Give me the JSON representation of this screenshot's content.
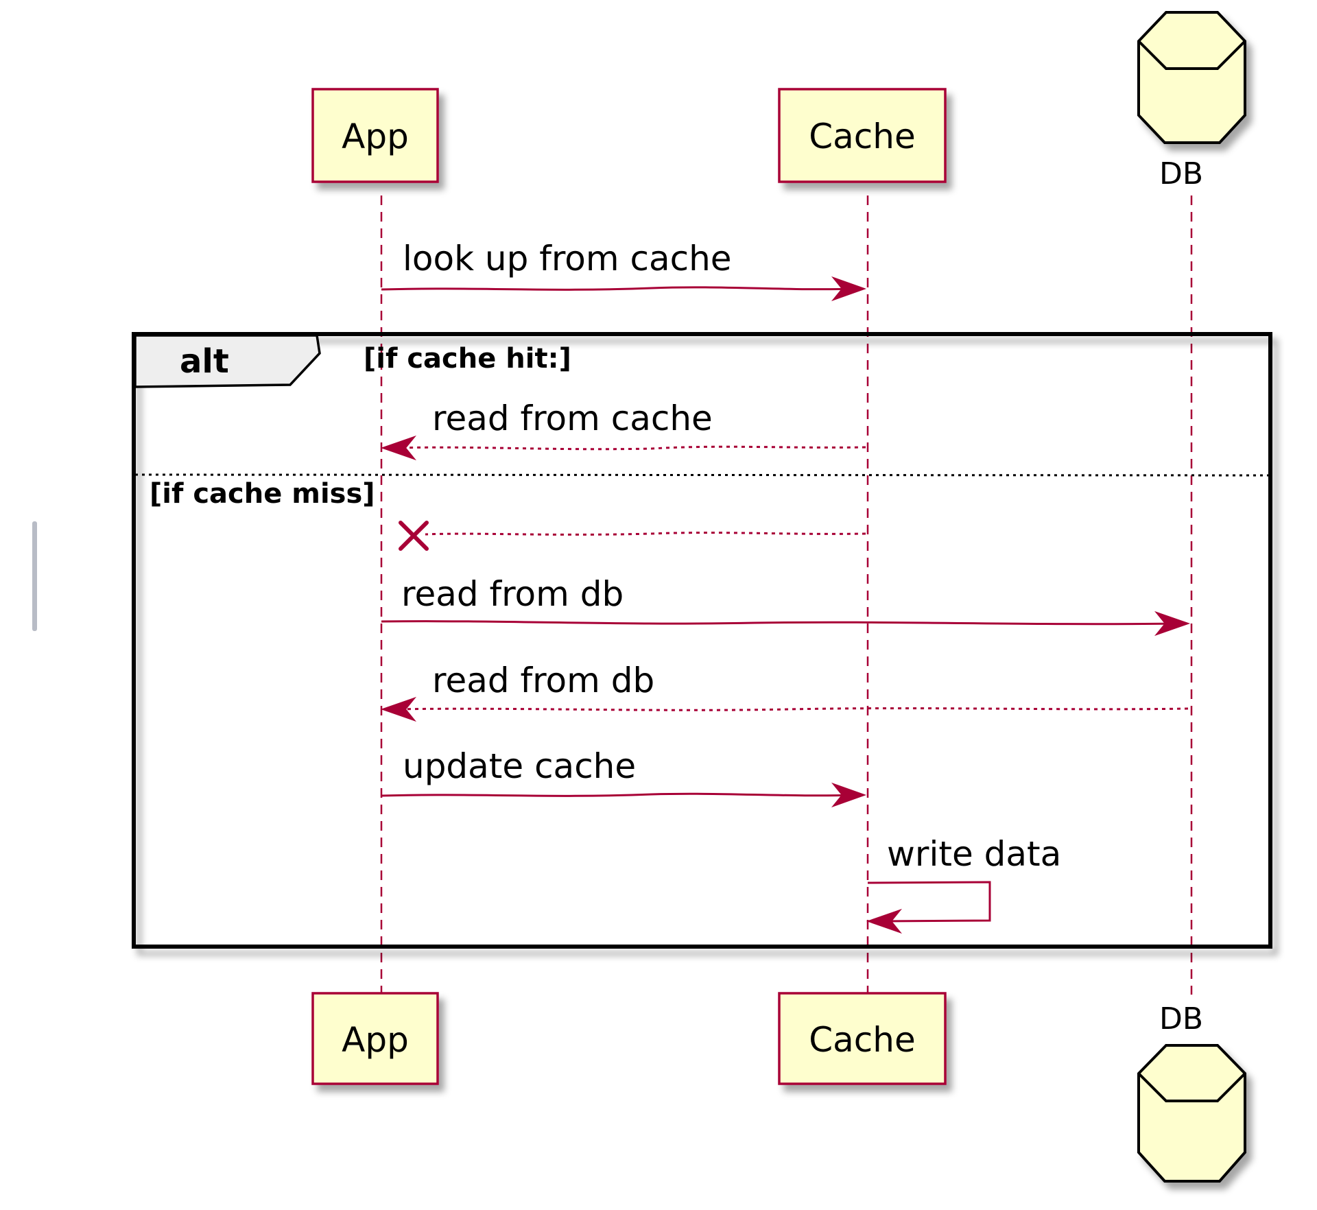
{
  "participants": {
    "app": "App",
    "cache": "Cache",
    "db": "DB"
  },
  "messages": {
    "lookup": "look up from cache",
    "read_cache": "read from cache",
    "read_db_req": "read from db",
    "read_db_resp": "read from db",
    "update_cache": "update cache",
    "write_data": "write data"
  },
  "alt_frame": {
    "kind": "alt",
    "guard_hit": "[if cache hit:]",
    "guard_miss": "[if cache miss]"
  },
  "colors": {
    "participant_fill": "#FEFECE",
    "participant_border": "#A80036",
    "arrow": "#A80036",
    "frame_tab_fill": "#EEEEEE"
  }
}
